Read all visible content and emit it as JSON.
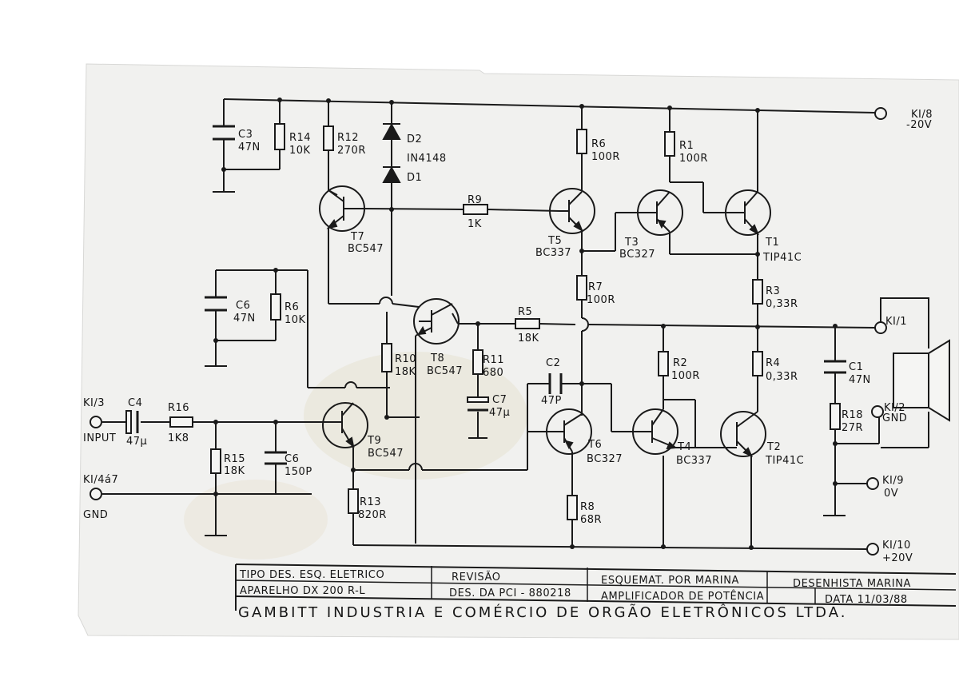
{
  "supply": {
    "neg_label": "KI/8",
    "neg_value": "-20V",
    "pos_label": "KI/10",
    "pos_value": "+20V"
  },
  "connectors": {
    "input_id": "KI/3",
    "input_text": "INPUT",
    "gnd_id": "KI/4á7",
    "gnd_text": "GND",
    "out_id": "KI/1",
    "ki2_id": "KI/2",
    "ki2_text": "GND",
    "ki9_id": "KI/9",
    "ki9_text": "0V"
  },
  "resistors": {
    "r1": {
      "name": "R1",
      "value": "100R"
    },
    "r2": {
      "name": "R2",
      "value": "100R"
    },
    "r3": {
      "name": "R3",
      "value": "0,33R"
    },
    "r4": {
      "name": "R4",
      "value": "0,33R"
    },
    "r5": {
      "name": "R5",
      "value": "18K"
    },
    "r6a": {
      "name": "R6",
      "value": "100R"
    },
    "r6b": {
      "name": "R6",
      "value": "10K"
    },
    "r7": {
      "name": "R7",
      "value": "100R"
    },
    "r8": {
      "name": "R8",
      "value": "68R"
    },
    "r9": {
      "name": "R9",
      "value": "1K"
    },
    "r10": {
      "name": "R10",
      "value": "18K"
    },
    "r11": {
      "name": "R11",
      "value": "680"
    },
    "r12": {
      "name": "R12",
      "value": "270R"
    },
    "r13": {
      "name": "R13",
      "value": "820R"
    },
    "r14": {
      "name": "R14",
      "value": "10K"
    },
    "r15": {
      "name": "R15",
      "value": "18K"
    },
    "r16": {
      "name": "R16",
      "value": "1K8"
    },
    "r18": {
      "name": "R18",
      "value": "27R"
    }
  },
  "capacitors": {
    "c1": {
      "name": "C1",
      "value": "47N"
    },
    "c2": {
      "name": "C2",
      "value": "47P"
    },
    "c3": {
      "name": "C3",
      "value": "47N"
    },
    "c4": {
      "name": "C4",
      "value": "47µ"
    },
    "c6a": {
      "name": "C6",
      "value": "47N"
    },
    "c6b": {
      "name": "C6",
      "value": "150P"
    },
    "c7": {
      "name": "C7",
      "value": "47µ"
    }
  },
  "diodes": {
    "d2": "D2",
    "d1": "D1",
    "part": "IN4148"
  },
  "transistors": {
    "t1": {
      "name": "T1",
      "part": "TIP41C"
    },
    "t2": {
      "name": "T2",
      "part": "TIP41C"
    },
    "t3": {
      "name": "T3",
      "part": "BC327"
    },
    "t4": {
      "name": "T4",
      "part": "BC337"
    },
    "t5": {
      "name": "T5",
      "part": "BC337"
    },
    "t6": {
      "name": "T6",
      "part": "BC327"
    },
    "t7": {
      "name": "T7",
      "part": "BC547"
    },
    "t8": {
      "name": "T8",
      "part": "BC547"
    },
    "t9": {
      "name": "T9",
      "part": "BC547"
    }
  },
  "title_block": {
    "tipo": "TIPO DES. ESQ. ELETRICO",
    "revisao": "REVISÃO",
    "esquemat": "ESQUEMAT. POR MARINA",
    "desenhista": "DESENHISTA MARINA",
    "aparelho": "APARELHO  DX 200 R-L",
    "des_pci": "DES. DA PCI - 880218",
    "amplificador": "AMPLIFICADOR  DE  POTÊNCIA",
    "data": "DATA  11/03/88",
    "company": "GAMBITT  INDUSTRIA  E  COMÉRCIO  DE  ORGÃO  ELETRÔNICOS  LTDA."
  }
}
